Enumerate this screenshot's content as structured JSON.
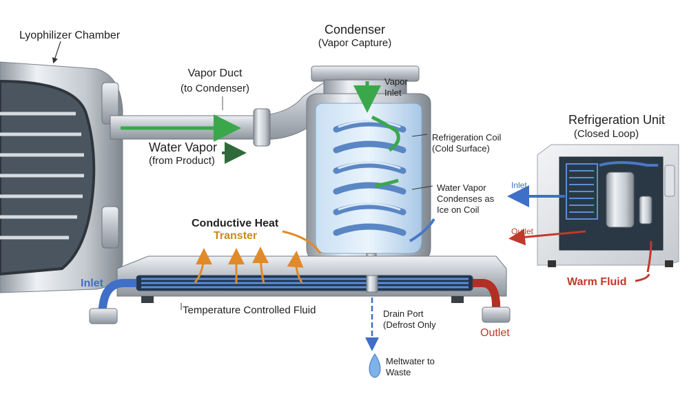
{
  "labels": {
    "chamber": "Lyophilizer Chamber",
    "condenser_title": "Condenser",
    "condenser_sub": "(Vapor Capture)",
    "duct_title": "Vapor Duct",
    "duct_sub": "(to Condenser)",
    "vapor_inlet_1": "Vapor",
    "vapor_inlet_2": "Inlet",
    "coil_1": "Refrigeration Coil",
    "coil_2": "(Cold Surface)",
    "water_vapor_1": "Water Vapor",
    "water_vapor_2": "(from Product)",
    "condenses_1": "Water Vapor",
    "condenses_2": "Condenses as",
    "condenses_3": "Ice on Coil",
    "refrig_title": "Refrigeration Unit",
    "refrig_sub": "(Closed Loop)",
    "refrig_inlet": "Inlet",
    "refrig_outlet": "Outlet",
    "warm_fluid": "Warm Fluid",
    "heat_1": "Conductive Heat",
    "heat_2": "Transter",
    "shelf_inlet": "Inlet",
    "shelf_outlet": "Outlet",
    "temp_fluid": "Temperature Controlled Fluid",
    "drain_1": "Drain Port",
    "drain_2": "(Defrost Only",
    "melt_1": "Meltwater to",
    "melt_2": "Waste"
  },
  "colors": {
    "vapor_green": "#3aa84a",
    "inlet_blue": "#3f6fc7",
    "outlet_red": "#c0392b",
    "heat_orange": "#e08a2a",
    "heat_gold": "#c98a1a",
    "steel": "#c9ced3"
  }
}
